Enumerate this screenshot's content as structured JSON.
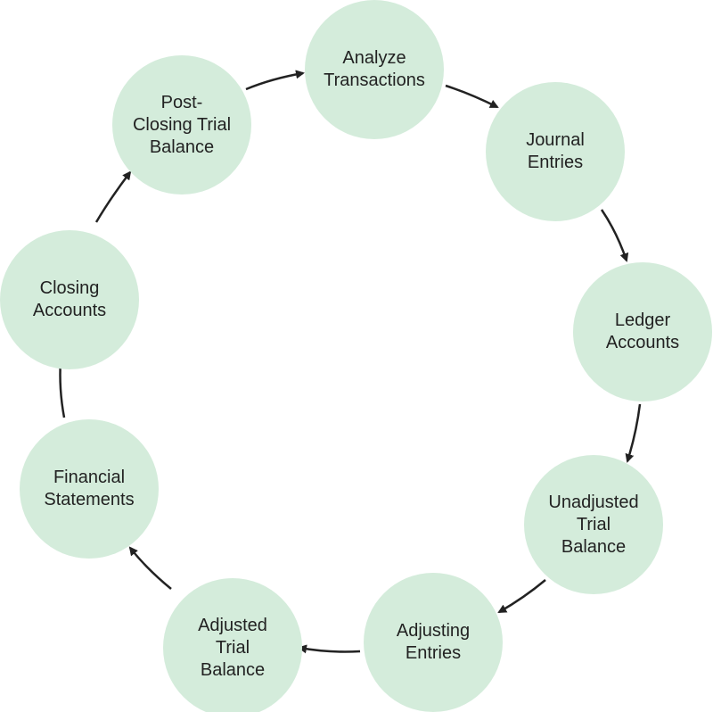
{
  "diagram": {
    "type": "cycle",
    "colors": {
      "node_fill": "#d4ecdb",
      "text": "#222222",
      "arrow": "#222222"
    },
    "nodes": [
      {
        "label": "Analyze\nTransactions"
      },
      {
        "label": "Journal\nEntries"
      },
      {
        "label": "Ledger\nAccounts"
      },
      {
        "label": "Unadjusted\nTrial\nBalance"
      },
      {
        "label": "Adjusting\nEntries"
      },
      {
        "label": "Adjusted\nTrial\nBalance"
      },
      {
        "label": "Financial\nStatements"
      },
      {
        "label": "Closing\nAccounts"
      },
      {
        "label": "Post-\nClosing Trial\nBalance"
      }
    ],
    "edges": [
      {
        "from": 0,
        "to": 1
      },
      {
        "from": 1,
        "to": 2
      },
      {
        "from": 2,
        "to": 3
      },
      {
        "from": 3,
        "to": 4
      },
      {
        "from": 4,
        "to": 5
      },
      {
        "from": 5,
        "to": 6
      },
      {
        "from": 6,
        "to": 7
      },
      {
        "from": 7,
        "to": 8
      },
      {
        "from": 8,
        "to": 0
      }
    ]
  }
}
